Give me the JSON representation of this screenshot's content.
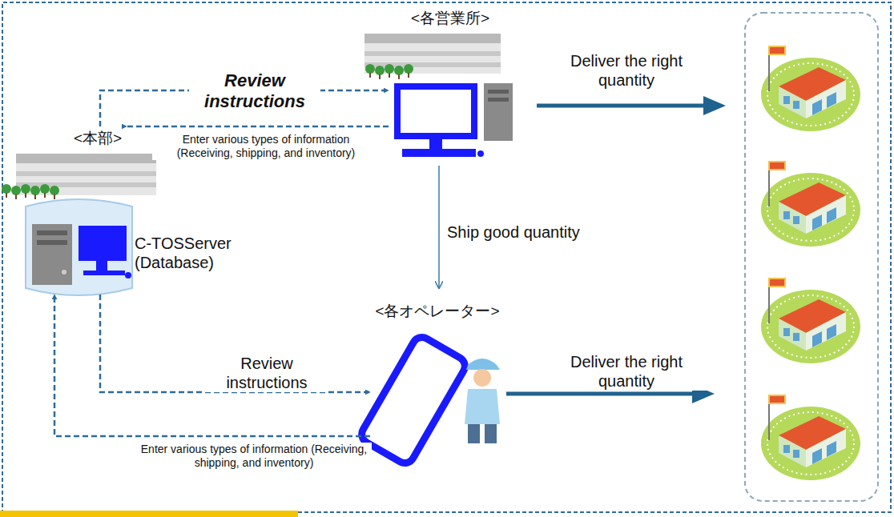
{
  "diagram": {
    "nodes": [
      {
        "text": [
          "<本部>",
          "C-TOSServer (Database)"
        ]
      },
      {
        "text": [
          "<各営業所>"
        ]
      },
      {
        "text": [
          "<各オペレーター>"
        ]
      }
    ],
    "edges": [
      {
        "from": 0,
        "to": 1,
        "arrow": "to",
        "label": "Review instructions"
      },
      {
        "from": 1,
        "to": 0,
        "arrow": "to",
        "label": "Enter various types of information (Receiving, shipping, and inventory)"
      },
      {
        "from": 1,
        "to": 2,
        "arrow": "to",
        "label": "Ship good quantity"
      },
      {
        "from": 0,
        "to": 2,
        "arrow": "to",
        "label": "Review instructions"
      },
      {
        "from": 2,
        "to": 0,
        "arrow": "to",
        "label": "Enter various types of information (Receiving, shipping, and inventory)"
      }
    ],
    "labels": [
      "Deliver the right quantity",
      "Deliver the right quantity"
    ]
  }
}
